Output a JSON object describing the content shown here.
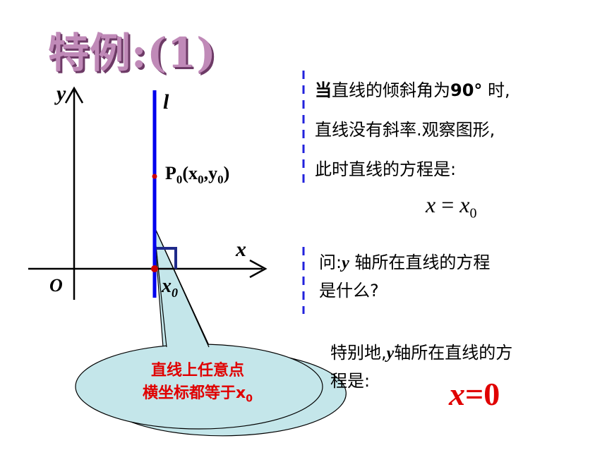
{
  "title": "特例:(1)",
  "graph": {
    "y_axis": "y",
    "x_axis": "x",
    "origin": "O",
    "line_name": "l",
    "point_label": "P",
    "point_sub": "0",
    "point_coords_x": "(x",
    "point_coords_xsub": "0",
    "point_coords_y": ",y",
    "point_coords_ysub": "0",
    "point_coords_end": ")",
    "x0_label": "x",
    "x0_sub": "0"
  },
  "text": {
    "line1_a": "当",
    "line1_b": "直线的倾斜角为",
    "line1_c": "90°",
    "line1_d": " 时,",
    "line2": "直线没有斜率.观察图形,",
    "line3": "此时直线的方程是:",
    "eq_x": "x",
    "eq_eq": " = ",
    "eq_x0": "x",
    "eq_sub": "0",
    "q_a": "问:",
    "q_y": "y",
    "q_b": " 轴所在直线的方程",
    "q_line2": "是什么?",
    "sp_a": "特别地,",
    "sp_y": "y",
    "sp_b": "轴所在直线的方",
    "sp_line2": "程是:",
    "ans_x": "x",
    "ans_rest": "=0"
  },
  "bubble": {
    "line1": "直线上任意点",
    "line2": "横坐标都等于x",
    "line2_sub": "0"
  },
  "colors": {
    "line": "#0000ee",
    "dashed": "#2222dd",
    "point": "#cc0000",
    "bubble_fill": "#c4e6ea",
    "red_text": "#e00000",
    "right_angle": "#1f2a8a"
  }
}
